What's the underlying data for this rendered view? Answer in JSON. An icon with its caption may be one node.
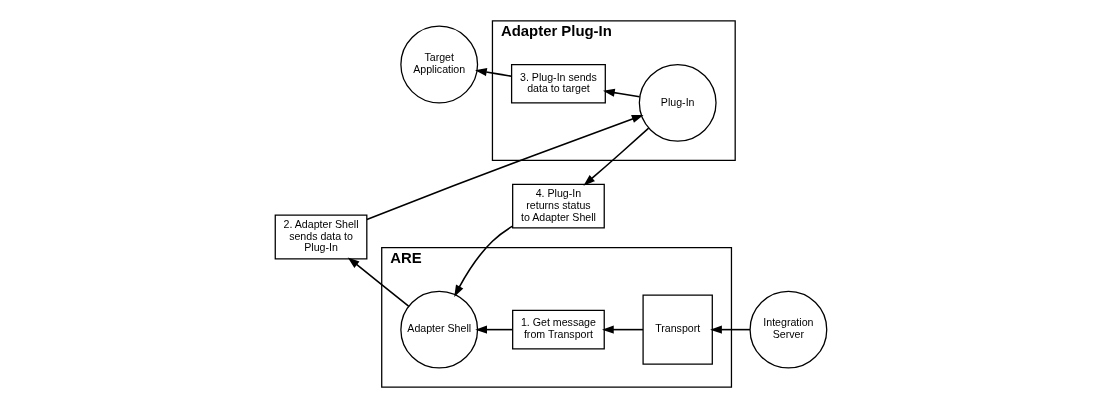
{
  "diagram": {
    "nodes": [
      {
        "text": [
          "Adapter Plug-In"
        ]
      },
      {
        "text": [
          "ARE"
        ]
      },
      {
        "text": [
          "2. Adapter Shell sends data to Plug-In"
        ]
      },
      {
        "text": [
          "1. Get message from Transport"
        ],
        "in": 1
      },
      {
        "text": [
          "Target Application"
        ]
      },
      {
        "text": [
          "3. Plug-In sends data to target"
        ],
        "in": 0
      },
      {
        "text": [
          "Plug-In"
        ],
        "in": 0
      },
      {
        "text": [
          "Adapter Shell"
        ],
        "in": 1
      },
      {
        "text": [
          "Transport"
        ],
        "in": 1
      },
      {
        "text": [
          "Integration Server"
        ]
      },
      {
        "text": [
          "4. Plug-In returns status to Adapter Shell"
        ]
      }
    ],
    "edges": [
      {
        "from": 9,
        "to": 8,
        "arrow": "to"
      },
      {
        "from": 8,
        "to": 3,
        "arrow": "to"
      },
      {
        "from": 3,
        "to": 7,
        "arrow": "to"
      },
      {
        "from": 7,
        "to": 2,
        "arrow": "to"
      },
      {
        "from": 2,
        "to": 6,
        "arrow": "to"
      },
      {
        "from": 6,
        "to": 5,
        "arrow": "to"
      },
      {
        "from": 5,
        "to": 4,
        "arrow": "to"
      },
      {
        "from": 6,
        "to": 10,
        "arrow": "to"
      },
      {
        "from": 10,
        "to": 7,
        "arrow": "to"
      }
    ]
  }
}
